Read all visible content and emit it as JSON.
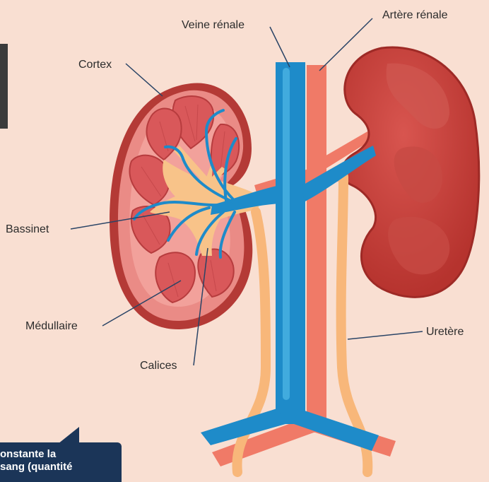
{
  "labels": {
    "veine_renale": "Veine rénale",
    "artere_renale": "Artère rénale",
    "cortex": "Cortex",
    "bassinet": "Bassinet",
    "medullaire": "Médullaire",
    "calices": "Calices",
    "uretere": "Uretère"
  },
  "callout": {
    "line1": "onstante la",
    "line2": "sang (quantité"
  },
  "colors": {
    "background": "#f9dfd2",
    "vein": "#1e8bc9",
    "artery": "#f07a67",
    "ureter": "#f8b77a",
    "kidney_whole": "#b93a34",
    "cortex": "#ea8b86",
    "pyramid": "#d9585a",
    "leader_line": "#2a4466",
    "callout_bg": "#1b3558"
  }
}
